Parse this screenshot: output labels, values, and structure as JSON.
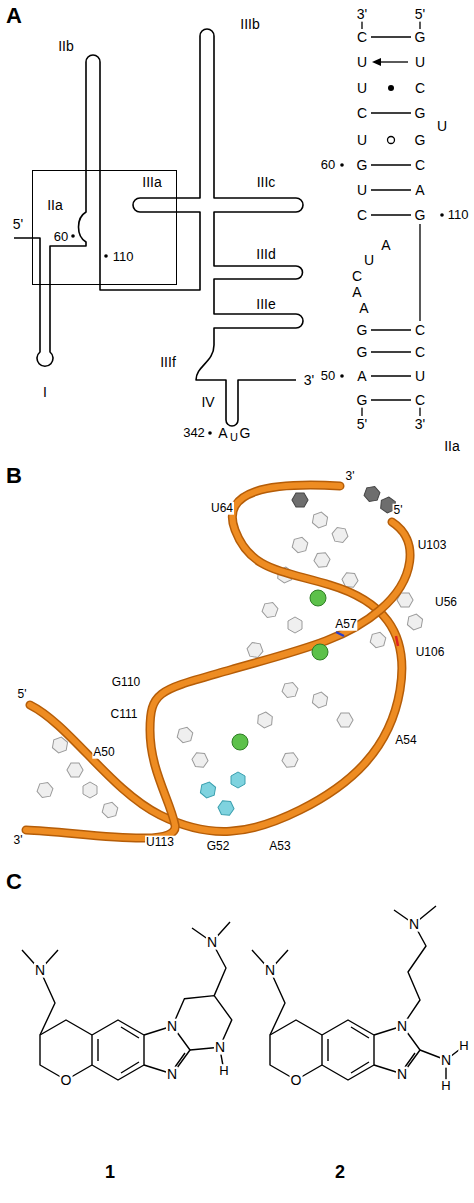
{
  "diagram": {
    "nodes": [
      {
        "text": [
          "IIa",
          "60",
          "110"
        ]
      }
    ],
    "labels": [
      "A",
      "IIIb",
      "IIb",
      "IIIa",
      "IIIc",
      "IIId",
      "5'",
      "IIIe",
      "IIIf",
      "3'",
      "I",
      "IV",
      "342",
      "A",
      "U",
      "G",
      "3'",
      "5'",
      "C",
      "G",
      "U",
      "U",
      "U",
      "C",
      "C",
      "G",
      "U",
      "U",
      "G",
      "60",
      "G",
      "C",
      "U",
      "A",
      "C",
      "G",
      "110",
      "A",
      "U",
      "C",
      "A",
      "A",
      "G",
      "C",
      "G",
      "C",
      "50",
      "A",
      "U",
      "G",
      "C",
      "5'",
      "3'",
      "IIa",
      "B",
      "3'",
      "U64",
      "5'",
      "U103",
      "U56",
      "A57",
      "U106",
      "G110",
      "5'",
      "C111",
      "A54",
      "A50",
      "3'",
      "U113",
      "G52",
      "A53",
      "C",
      "N",
      "N",
      "N",
      "N",
      "O",
      "N",
      "H",
      "N",
      "N",
      "N",
      "O",
      "N",
      "N",
      "H",
      "H",
      "1",
      "2"
    ]
  }
}
